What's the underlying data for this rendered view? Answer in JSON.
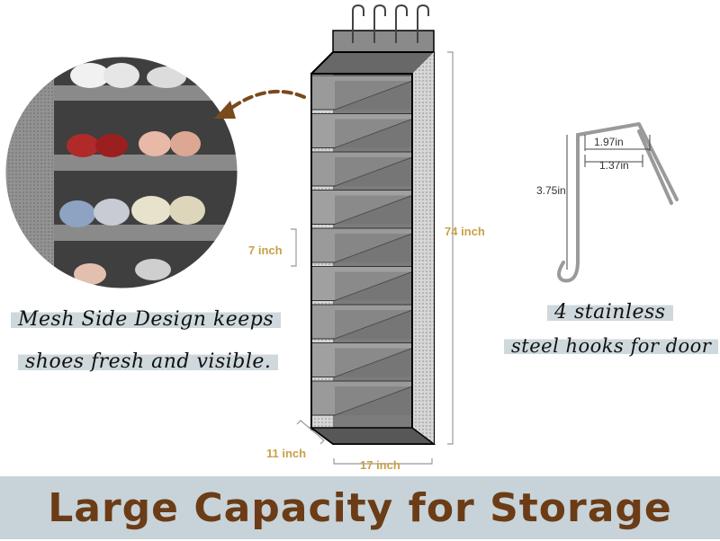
{
  "labels": {
    "mesh_line1": "Mesh Side Design keeps",
    "mesh_line2": "shoes fresh and visible.",
    "hooks_line1": "4 stainless",
    "hooks_line2": "steel hooks for door"
  },
  "dimensions": {
    "height": "74 inch",
    "shelf_gap": "7 inch",
    "depth": "11 inch",
    "width": "17 inch",
    "hook_top": "1.97in",
    "hook_inner": "1.37in",
    "hook_height": "3.75in"
  },
  "banner": {
    "title": "Large Capacity for Storage"
  },
  "colors": {
    "organizer_gray": "#7c7c7c",
    "dimension_gold": "#c9a04a",
    "banner_bg": "#c7d3d8",
    "banner_text": "#6b3c16",
    "arrow_brown": "#7a4a1c"
  }
}
